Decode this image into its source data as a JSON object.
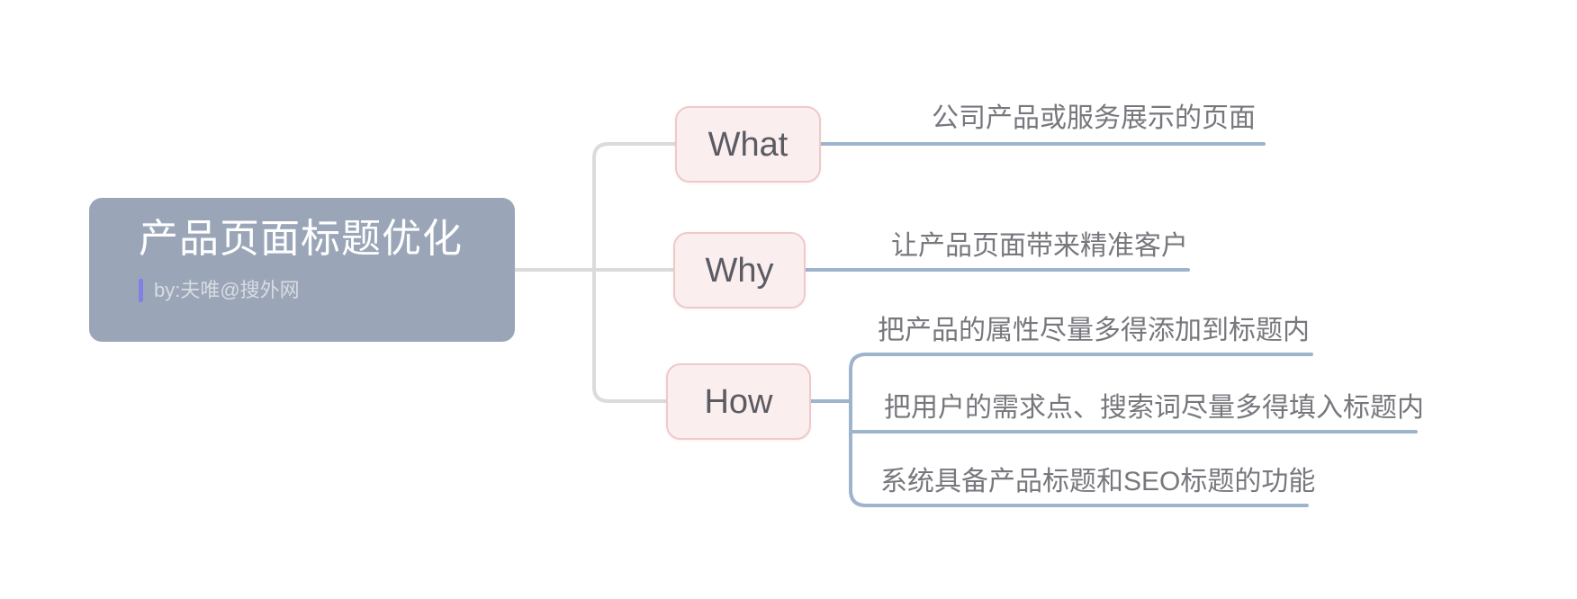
{
  "diagram": {
    "root": {
      "title": "产品页面标题优化",
      "byline": "by:夫唯@搜外网"
    },
    "branches": [
      {
        "label": "What",
        "children": [
          "公司产品或服务展示的页面"
        ]
      },
      {
        "label": "Why",
        "children": [
          "让产品页面带来精准客户"
        ]
      },
      {
        "label": "How",
        "children": [
          "把产品的属性尽量多得添加到标题内",
          "把用户的需求点、搜索词尽量多得填入标题内",
          "系统具备产品标题和SEO标题的功能"
        ]
      }
    ]
  },
  "colors": {
    "background": "#ffffff",
    "root_bg": "#9aa6b8",
    "root_title_text": "#ffffff",
    "byline_text": "#d8dce1",
    "byline_accent": "#8280e2",
    "topic_bg": "#fbeeee",
    "topic_border": "#efc9c8",
    "topic_text": "#5b5b63",
    "subtopic_text": "#77777d",
    "connector_gray": "#dbdbdb",
    "connector_blue": "#9db4cc"
  }
}
